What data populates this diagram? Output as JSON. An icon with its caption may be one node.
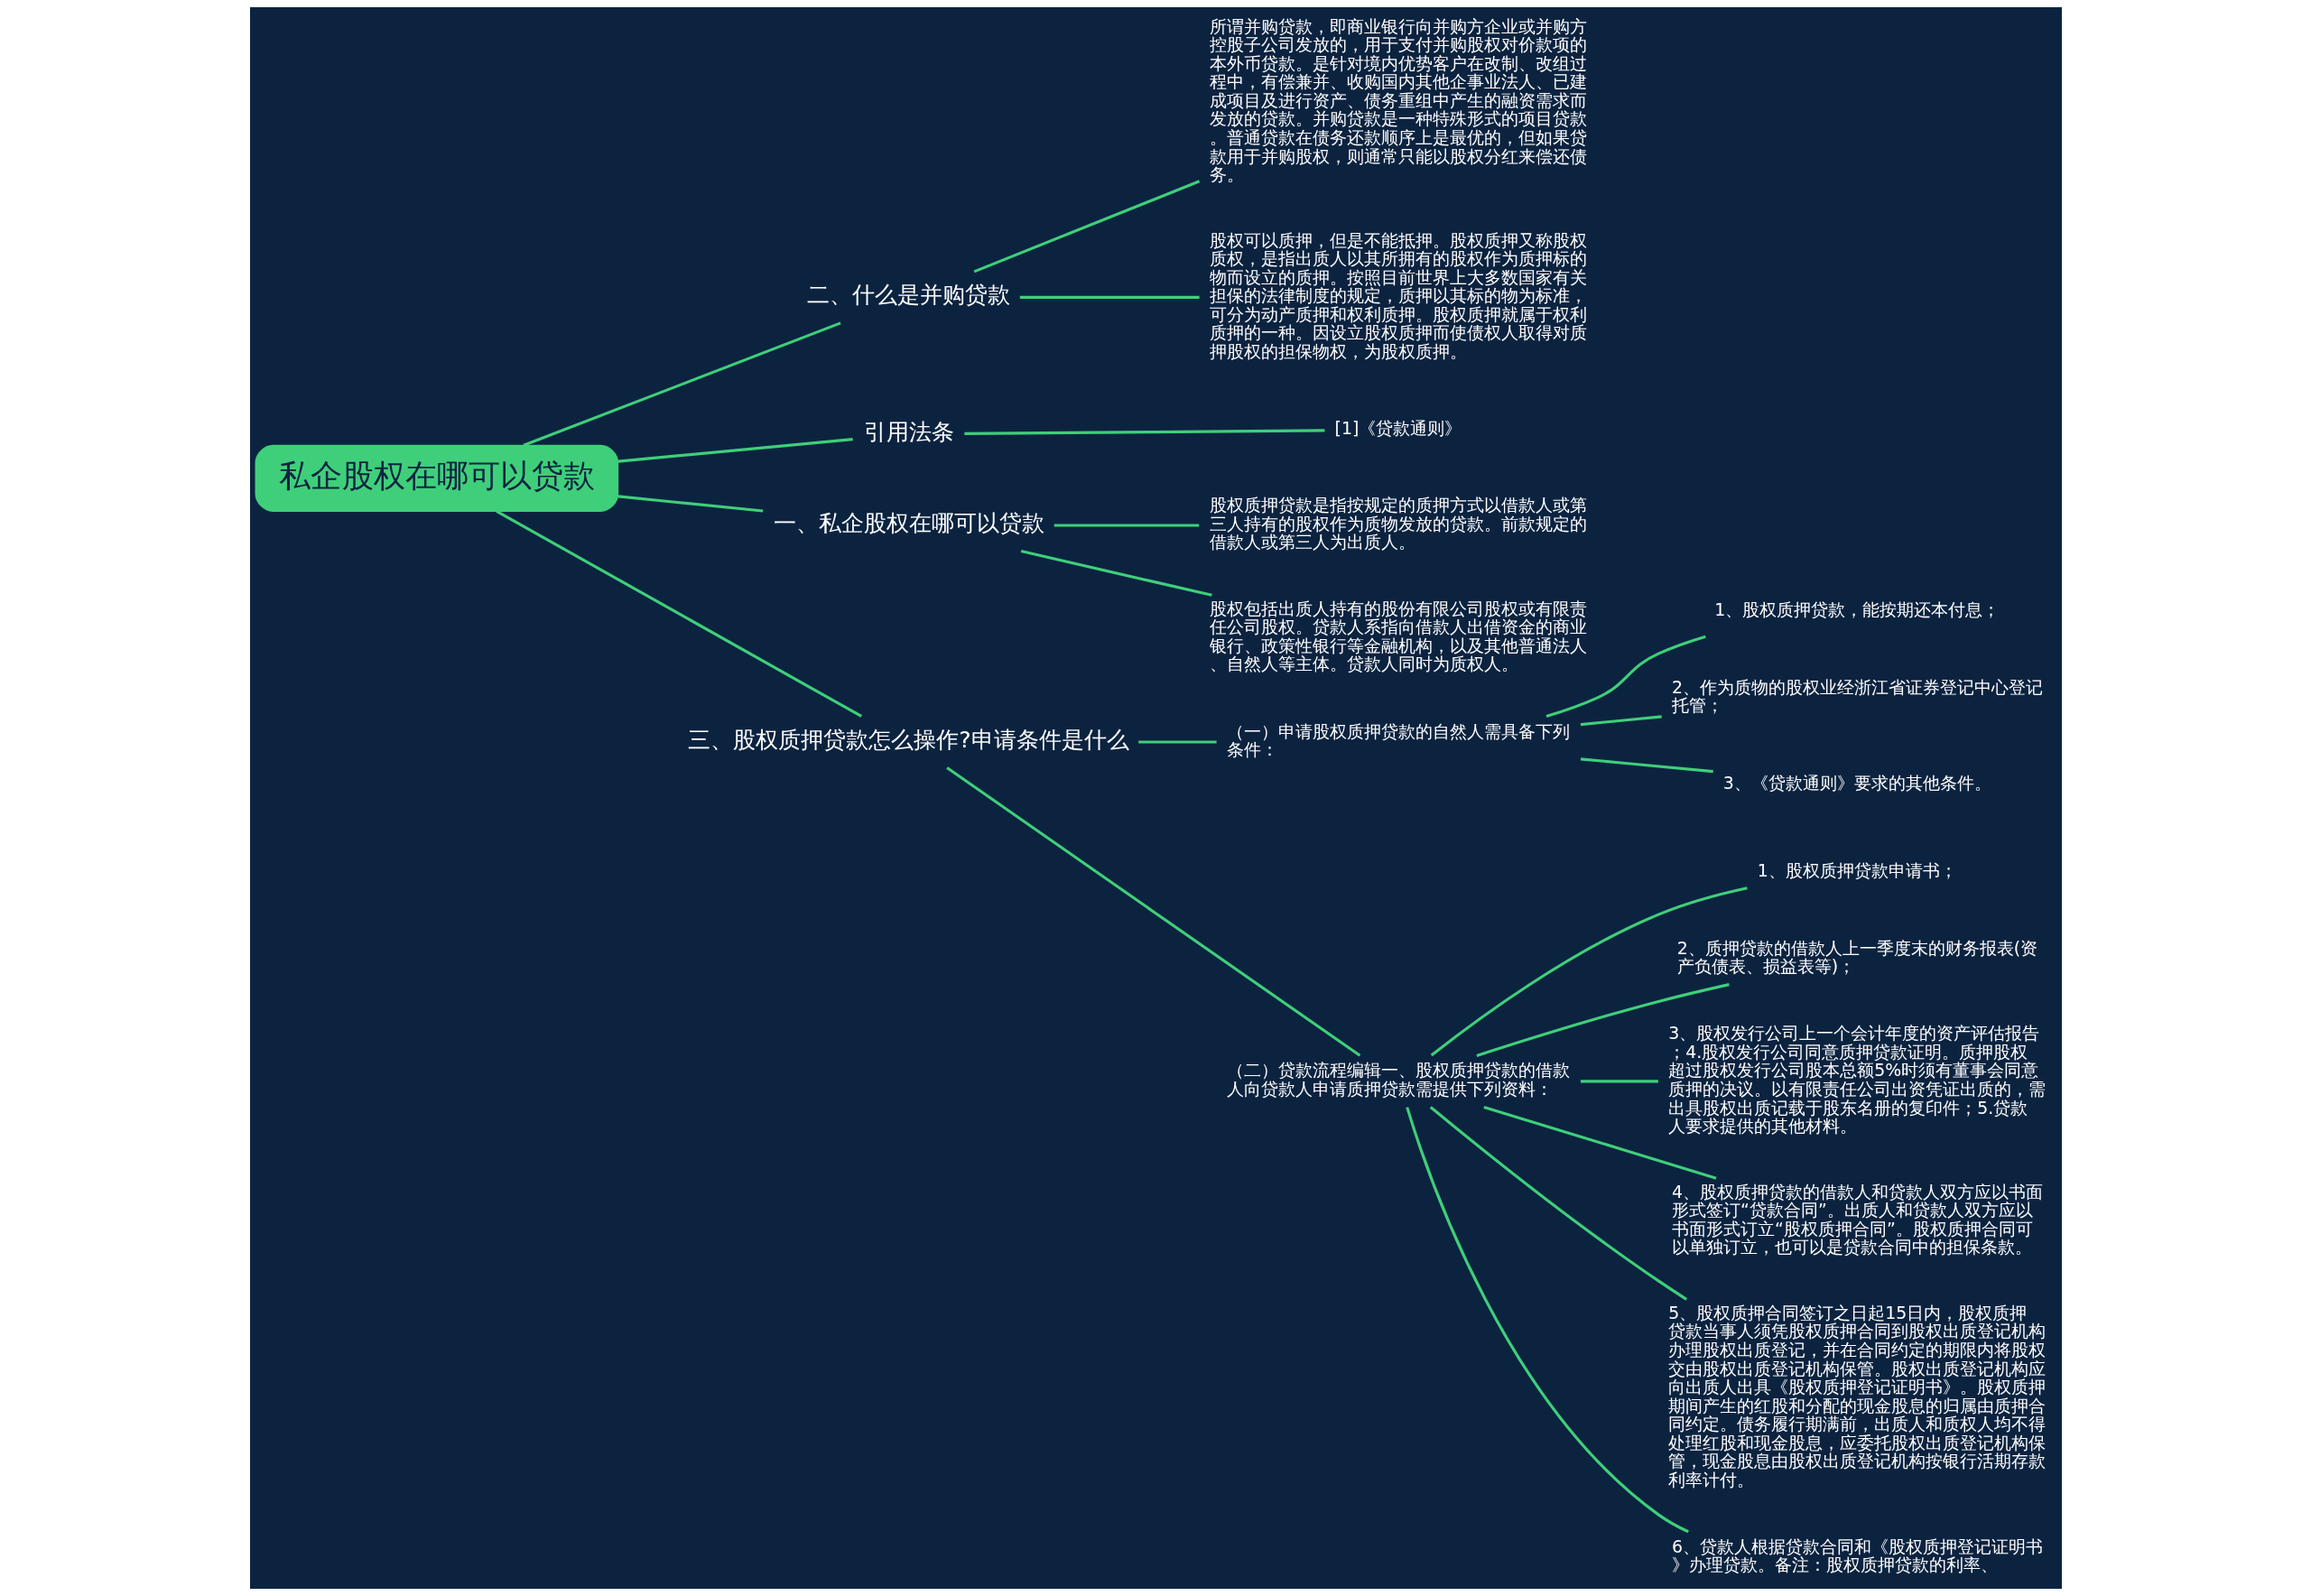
{
  "diagram": {
    "nodes": [
      {
        "text": [
          "私企股权在哪可以贷款"
        ]
      },
      {
        "text": [
          "二、什么是并购贷款"
        ]
      },
      {
        "text": [
          "所谓并购贷款，即商业银行向并购方企业或并购方控股子公司发放的，用于支付并购股权对价款项的本外币贷款。是针对境内优势客户在改制、改组过程中，有偿兼并、收购国内其他企事业法人、已建成项目及进行资产、债务重组中产生的融资需求而发放的贷款。并购贷款是一种特殊形式的项目贷款。普通贷款在债务还款顺序上是最优的，但如果贷款用于并购股权，则通常只能以股权分红来偿还债务。"
        ]
      },
      {
        "text": [
          "股权可以质押，但是不能抵押。股权质押又称股权质权，是指出质人以其所拥有的股权作为质押标的物而设立的质押。按照目前世界上大多数国家有关担保的法律制度的规定，质押以其标的物为标准，可分为动产质押和权利质押。股权质押就属于权利质押的一种。因设立股权质押而使债权人取得对质押股权的担保物权，为股权质押。"
        ]
      },
      {
        "text": [
          "引用法条"
        ]
      },
      {
        "text": [
          "[1]《贷款通则》"
        ]
      },
      {
        "text": [
          "一、私企股权在哪可以贷款"
        ]
      },
      {
        "text": [
          "股权质押贷款是指按规定的质押方式以借款人或第三人持有的股权作为质物发放的贷款。前款规定的借款人或第三人为出质人。"
        ]
      },
      {
        "text": [
          "股权包括出质人持有的股份有限公司股权或有限责任公司股权。贷款人系指向借款人出借资金的商业银行、政策性银行等金融机构，以及其他普通法人、自然人等主体。贷款人同时为质权人。"
        ]
      },
      {
        "text": [
          "三、股权质押贷款怎么操作?申请条件是什么"
        ]
      },
      {
        "text": [
          "（一）申请股权质押贷款的自然人需具备下列条件："
        ]
      },
      {
        "text": [
          "1、股权质押贷款，能按期还本付息；"
        ]
      },
      {
        "text": [
          "2、作为质物的股权业经浙江省证券登记中心登记托管；"
        ]
      },
      {
        "text": [
          "3、《贷款通则》要求的其他条件。"
        ]
      },
      {
        "text": [
          "（二）贷款流程编辑一、股权质押贷款的借款人向贷款人申请质押贷款需提供下列资料："
        ]
      },
      {
        "text": [
          "1、股权质押贷款申请书；"
        ]
      },
      {
        "text": [
          "2、质押贷款的借款人上一季度末的财务报表(资产负债表、损益表等)；"
        ]
      },
      {
        "text": [
          "3、股权发行公司上一个会计年度的资产评估报告；4.股权发行公司同意质押贷款证明。质押股权超过股权发行公司股本总额5%时须有董事会同意质押的决议。以有限责任公司出资凭证出质的，需出具股权出质记载于股东名册的复印件；5.贷款人要求提供的其他材料。"
        ]
      },
      {
        "text": [
          "4、股权质押贷款的借款人和贷款人双方应以书面形式签订“贷款合同”。出质人和贷款人双方应以书面形式订立“股权质押合同”。股权质押合同可以单独订立，也可以是贷款合同中的担保条款。"
        ]
      },
      {
        "text": [
          "5、股权质押合同签订之日起15日内，股权质押贷款当事人须凭股权质押合同到股权出质登记机构办理股权出质登记，并在合同约定的期限内将股权交由股权出质登记机构保管。股权出质登记机构应向出质人出具《股权质押登记证明书》。股权质押期间产生的红股和分配的现金股息的归属由质押合同约定。债务履行期满前，出质人和质权人均不得处理红股和现金股息，应委托股权出质登记机构保管，现金股息由股权出质登记机构按银行活期存款利率计付。"
        ]
      },
      {
        "text": [
          "6、贷款人根据贷款合同和《股权质押登记证明书》办理贷款。备注：股权质押贷款的利率、"
        ]
      }
    ],
    "edges": [
      {
        "from": 0,
        "to": 1,
        "arrow": "none"
      },
      {
        "from": 1,
        "to": 2,
        "arrow": "none"
      },
      {
        "from": 1,
        "to": 3,
        "arrow": "none"
      },
      {
        "from": 0,
        "to": 4,
        "arrow": "none"
      },
      {
        "from": 4,
        "to": 5,
        "arrow": "none"
      },
      {
        "from": 0,
        "to": 6,
        "arrow": "none"
      },
      {
        "from": 6,
        "to": 7,
        "arrow": "none"
      },
      {
        "from": 6,
        "to": 8,
        "arrow": "none"
      },
      {
        "from": 0,
        "to": 9,
        "arrow": "none"
      },
      {
        "from": 9,
        "to": 10,
        "arrow": "none"
      },
      {
        "from": 10,
        "to": 11,
        "arrow": "none"
      },
      {
        "from": 10,
        "to": 12,
        "arrow": "none"
      },
      {
        "from": 10,
        "to": 13,
        "arrow": "none"
      },
      {
        "from": 9,
        "to": 14,
        "arrow": "none"
      },
      {
        "from": 14,
        "to": 15,
        "arrow": "none"
      },
      {
        "from": 14,
        "to": 16,
        "arrow": "none"
      },
      {
        "from": 14,
        "to": 17,
        "arrow": "none"
      },
      {
        "from": 14,
        "to": 18,
        "arrow": "none"
      },
      {
        "from": 14,
        "to": 19,
        "arrow": "none"
      },
      {
        "from": 14,
        "to": 20,
        "arrow": "none"
      }
    ]
  }
}
